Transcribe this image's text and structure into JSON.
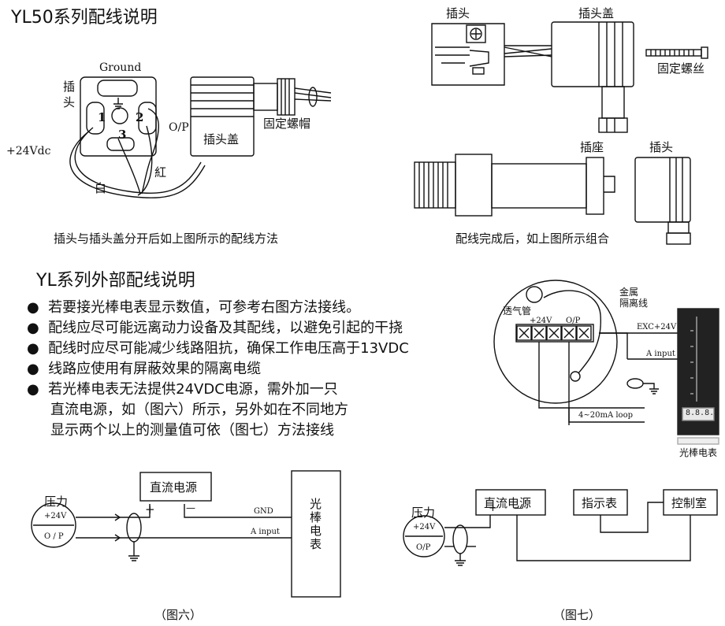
{
  "titles": {
    "main": "YL50系列配线说明",
    "external": "YL系列外部配线说明"
  },
  "wiring_fig": {
    "ground": "Ground",
    "plug": "插头",
    "pin1": "1",
    "pin2": "2",
    "pin3": "3",
    "op": "O/P",
    "plus24": "+24Vdc",
    "red": "紅",
    "white": "白",
    "fixing_nut": "固定螺帽",
    "plug_cover": "插头盖",
    "caption": "插头与插头盖分开后如上图所示的配线方法"
  },
  "assembly_fig": {
    "plug": "插头",
    "plug_cover": "插头盖",
    "fixing_screw": "固定螺丝",
    "socket": "插座",
    "plug2": "插头",
    "caption": "配线完成后，如上图所示组合"
  },
  "bullets": [
    "若要接光棒电表显示数值，可参考右图方法接线。",
    "配线应尽可能远离动力设备及其配线，以避免引起的干挠",
    "配线时应尽可能减少线路阻抗，确保工作电压高于13VDC",
    "线路应使用有屏蔽效果的隔离电缆",
    "若光棒电表无法提供24VDC电源，需外加一只"
  ],
  "bullet_cont": [
    "直流电源，如（图六）所示，另外如在不同地方",
    "显示两个以上的测量值可依（图七）方法接线"
  ],
  "gauge_fig": {
    "vent": "透气管",
    "metal": "金属",
    "shield": "隔离线",
    "plus24": "+24V",
    "op": "O/P",
    "exc": "EXC+24V",
    "ainput": "A input",
    "loop": "4~20mA loop",
    "meter": "光棒电表",
    "display": "8.8.8.8"
  },
  "fig6": {
    "pressure": "压力",
    "plus24": "+24V",
    "op": "O / P",
    "psu": "直流电源",
    "plus": "+",
    "minus": "—",
    "gnd": "GND",
    "ainput": "A input",
    "meter": "光棒电表",
    "caption": "（图六）"
  },
  "fig7": {
    "pressure": "压力",
    "plus24": "+24V",
    "op": "O/P",
    "psu": "直流电源",
    "plus": "+",
    "minus": "—",
    "indicator": "指示表",
    "control": "控制室",
    "caption": "（图七）"
  }
}
